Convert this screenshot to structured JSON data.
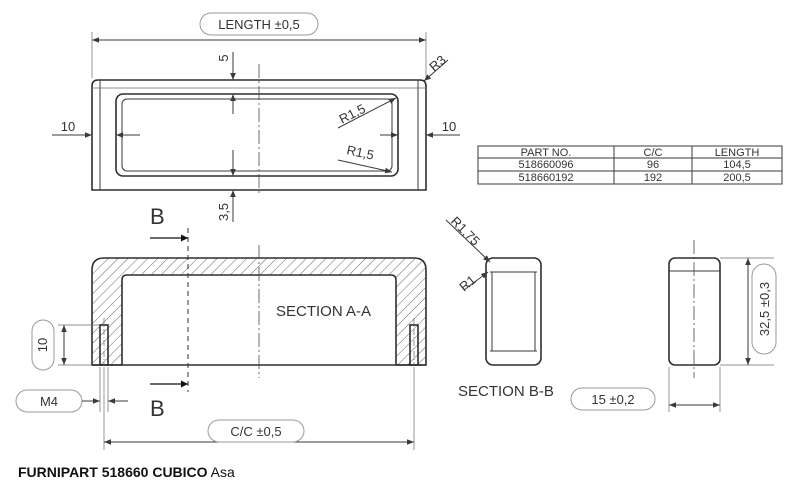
{
  "dimensions": {
    "length": "LENGTH ±0,5",
    "top_offset": "5",
    "radius_outer": "R3",
    "side_left": "10",
    "side_right": "10",
    "radius_inner_1": "R1,5",
    "radius_inner_2": "R1,5",
    "bottom_offset": "3,5",
    "thread_height": "10",
    "thread_size": "M4",
    "centre_distance": "C/C ±0,5",
    "radius_b1": "R1,75",
    "radius_b2": "R1",
    "width": "15 ±0,2",
    "height": "32,5 ±0,3"
  },
  "labels": {
    "section_marker_top": "B",
    "section_marker_bottom": "B",
    "section_a": "SECTION A-A",
    "section_b": "SECTION B-B"
  },
  "table": {
    "headers": [
      "PART NO.",
      "C/C",
      "LENGTH"
    ],
    "rows": [
      [
        "518660096",
        "96",
        "104,5"
      ],
      [
        "518660192",
        "192",
        "200,5"
      ]
    ]
  },
  "footer": {
    "brand": "FURNIPART 518660 CUBICO",
    "suffix": " Asa"
  }
}
